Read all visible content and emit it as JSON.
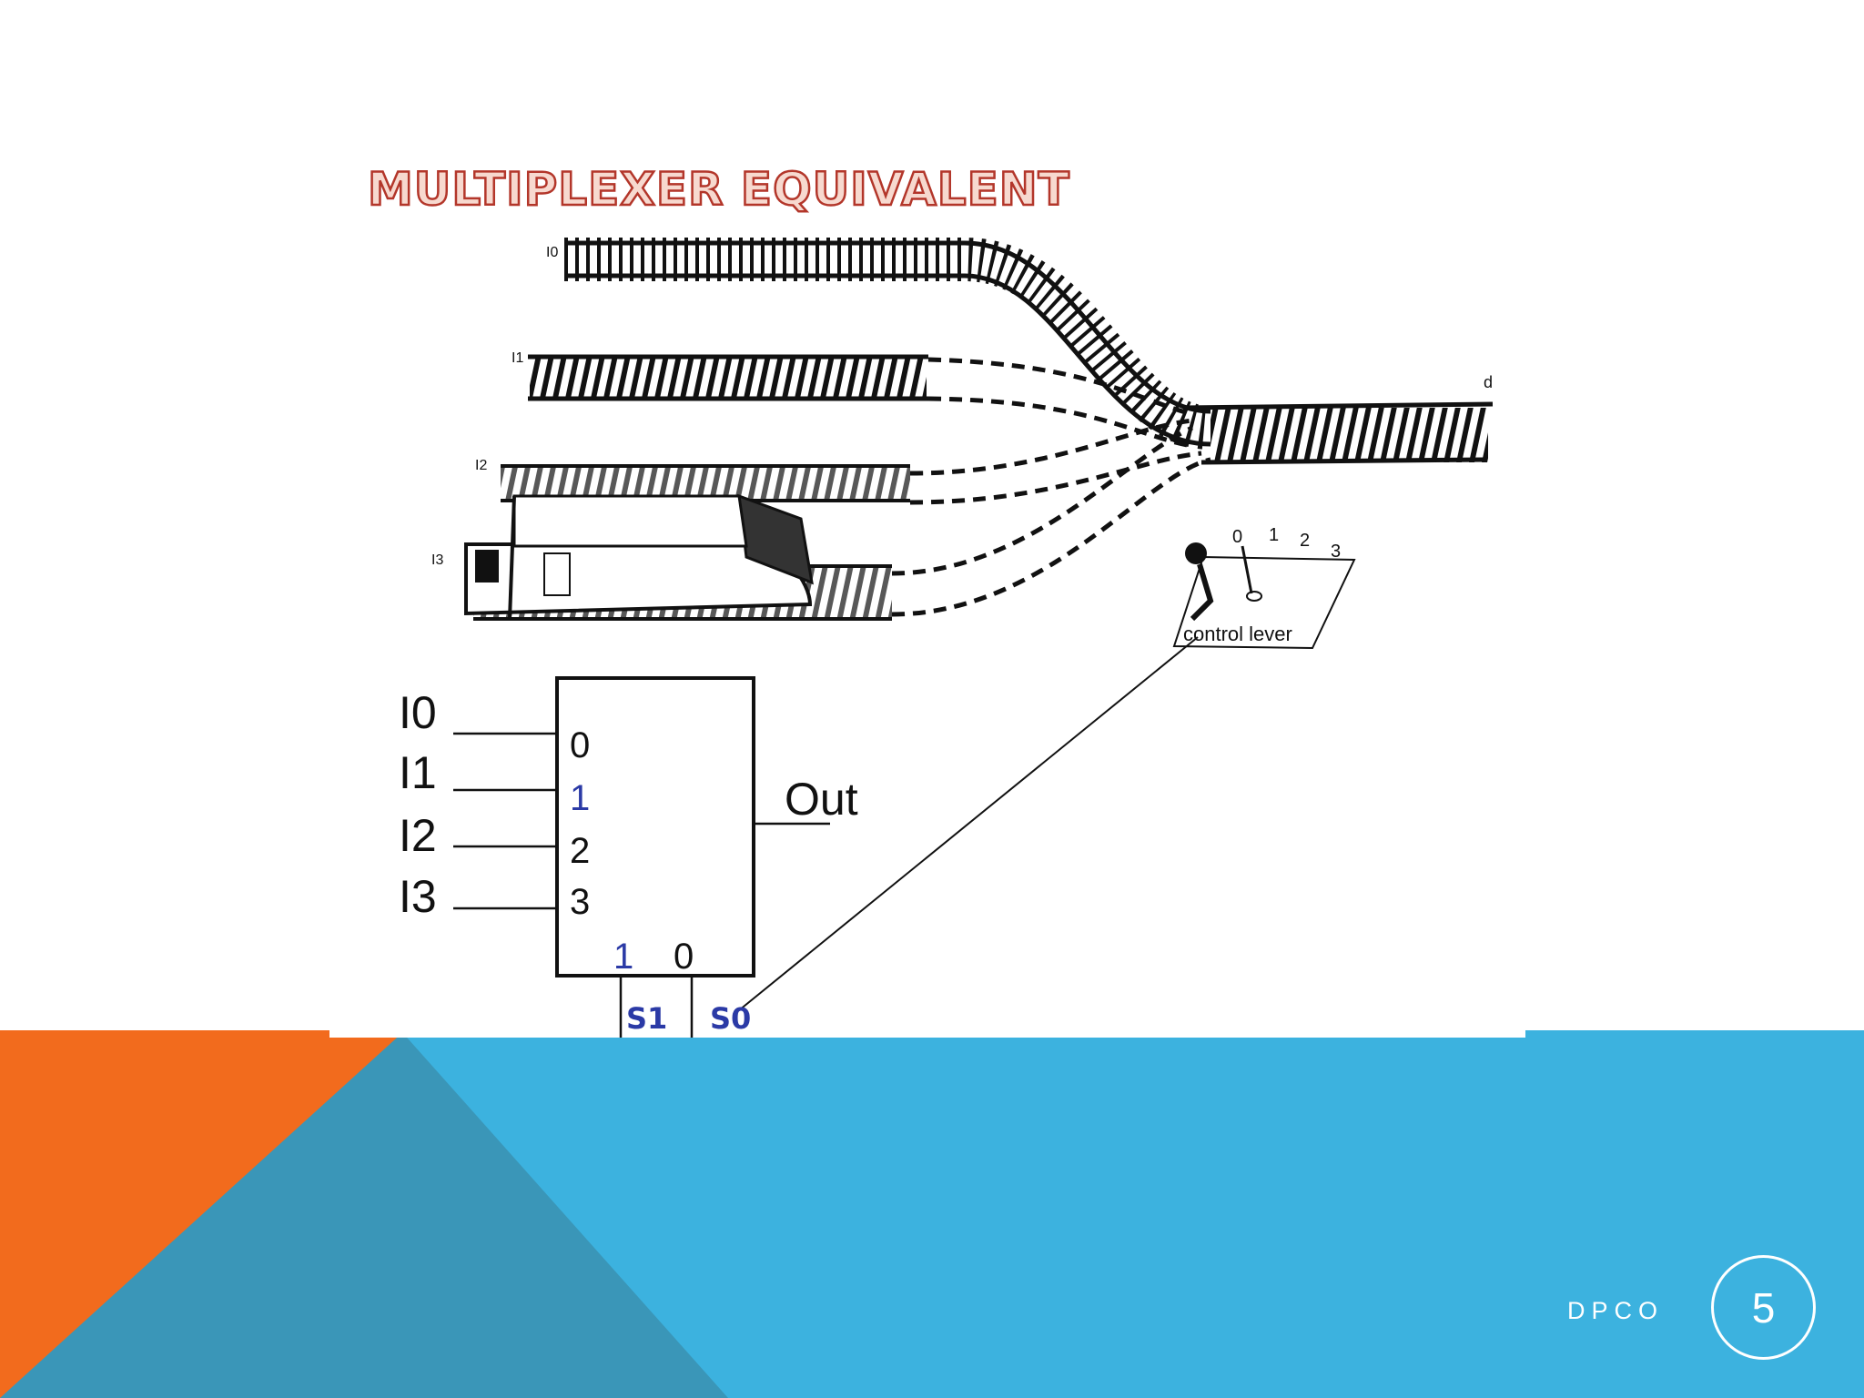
{
  "slide": {
    "title": "MULTIPLEXER EQUIVALENT",
    "footer_label": "DPCO",
    "page_number": "5"
  },
  "colors": {
    "background": "#ffffff",
    "blue": "#3cb2df",
    "dark_blue": "#3a96b8",
    "orange": "#f26b1d",
    "title_fill": "#f7d9cf",
    "title_stroke": "#b3362a",
    "track": "#111111",
    "select_label": "#2b3aa6"
  },
  "rail_diagram": {
    "track_labels": [
      "I0",
      "I1",
      "I2",
      "I3"
    ],
    "output_label": "d",
    "lever_positions": [
      "0",
      "1",
      "2",
      "3"
    ],
    "lever_label": "control lever"
  },
  "mux_block": {
    "inputs": [
      {
        "name": "I0",
        "pin": "0"
      },
      {
        "name": "I1",
        "pin": "1"
      },
      {
        "name": "I2",
        "pin": "2"
      },
      {
        "name": "I3",
        "pin": "3"
      }
    ],
    "output": "Out",
    "select_pins": [
      "1",
      "0"
    ],
    "select_lines": [
      "S1",
      "S0"
    ]
  }
}
